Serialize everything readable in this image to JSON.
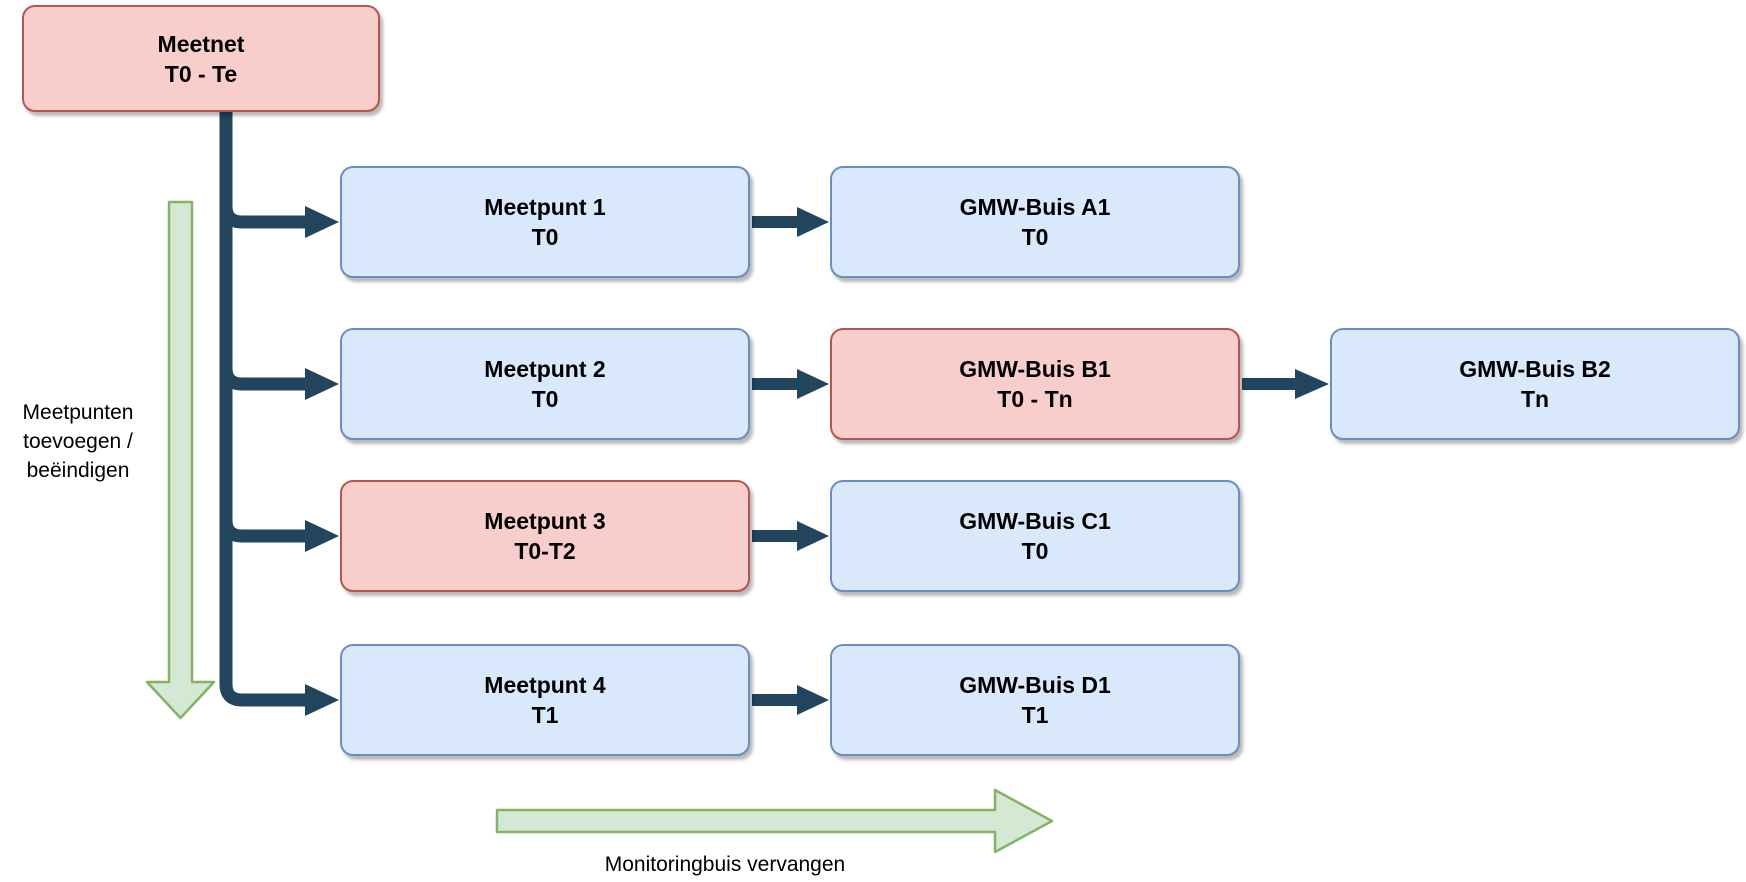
{
  "diagram": {
    "title_hint": "Meetnet / monitoring network lifecycle diagram",
    "colors": {
      "node_red_fill": "#f8cecc",
      "node_red_stroke": "#b85450",
      "node_blue_fill": "#dae8fc",
      "node_blue_stroke": "#6c8ebf",
      "green_arrow_fill": "#d5e8d4",
      "green_arrow_stroke": "#82b366",
      "connector": "#23445d",
      "text": "#000000"
    },
    "nodes": {
      "meetnet": {
        "label": "Meetnet",
        "sublabel": "T0 - Te",
        "variant": "red"
      },
      "meetpunt1": {
        "label": "Meetpunt 1",
        "sublabel": "T0",
        "variant": "blue"
      },
      "meetpunt2": {
        "label": "Meetpunt 2",
        "sublabel": "T0",
        "variant": "blue"
      },
      "meetpunt3": {
        "label": "Meetpunt 3",
        "sublabel": "T0-T2",
        "variant": "red"
      },
      "meetpunt4": {
        "label": "Meetpunt 4",
        "sublabel": "T1",
        "variant": "blue"
      },
      "gmw_a1": {
        "label": "GMW-Buis A1",
        "sublabel": "T0",
        "variant": "blue"
      },
      "gmw_b1": {
        "label": "GMW-Buis B1",
        "sublabel": "T0 - Tn",
        "variant": "red"
      },
      "gmw_b2": {
        "label": "GMW-Buis B2",
        "sublabel": "Tn",
        "variant": "blue"
      },
      "gmw_c1": {
        "label": "GMW-Buis C1",
        "sublabel": "T0",
        "variant": "blue"
      },
      "gmw_d1": {
        "label": "GMW-Buis D1",
        "sublabel": "T1",
        "variant": "blue"
      }
    },
    "edges": [
      "meetnet->meetpunt1",
      "meetnet->meetpunt2",
      "meetnet->meetpunt3",
      "meetnet->meetpunt4",
      "meetpunt1->gmw_a1",
      "meetpunt2->gmw_b1",
      "gmw_b1->gmw_b2",
      "meetpunt3->gmw_c1",
      "meetpunt4->gmw_d1"
    ],
    "left_arrow_label": {
      "line1": "Meetpunten",
      "line2": "toevoegen /",
      "line3": "beëindigen"
    },
    "bottom_arrow_label": "Monitoringbuis vervangen"
  }
}
